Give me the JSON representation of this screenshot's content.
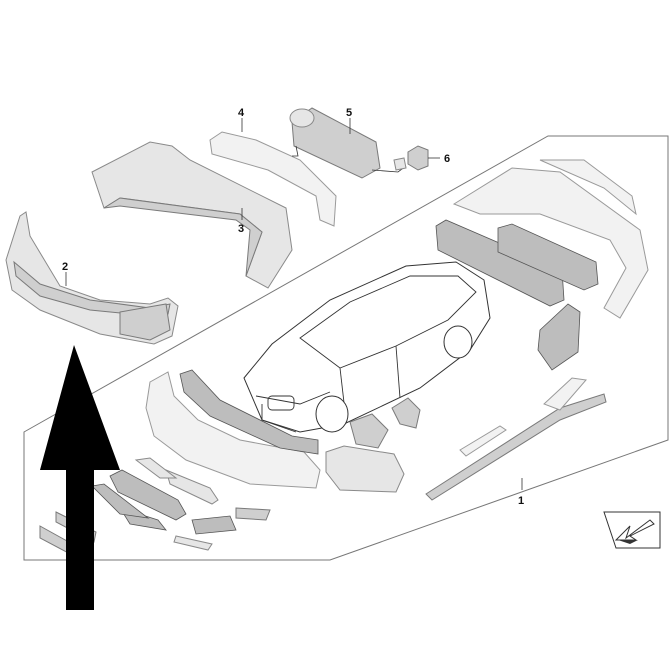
{
  "diagram": {
    "callouts": [
      {
        "id": "1",
        "label": "1"
      },
      {
        "id": "2",
        "label": "2"
      },
      {
        "id": "3",
        "label": "3"
      },
      {
        "id": "4",
        "label": "4"
      },
      {
        "id": "5",
        "label": "5"
      },
      {
        "id": "6",
        "label": "6"
      }
    ],
    "icons": {
      "pointer": "large-black-up-arrow-icon",
      "corner": "direction-arrow-icon"
    },
    "colors": {
      "parts": "#e6e6e6",
      "outline": "#8a8a8a",
      "arrow": "#000000"
    }
  }
}
